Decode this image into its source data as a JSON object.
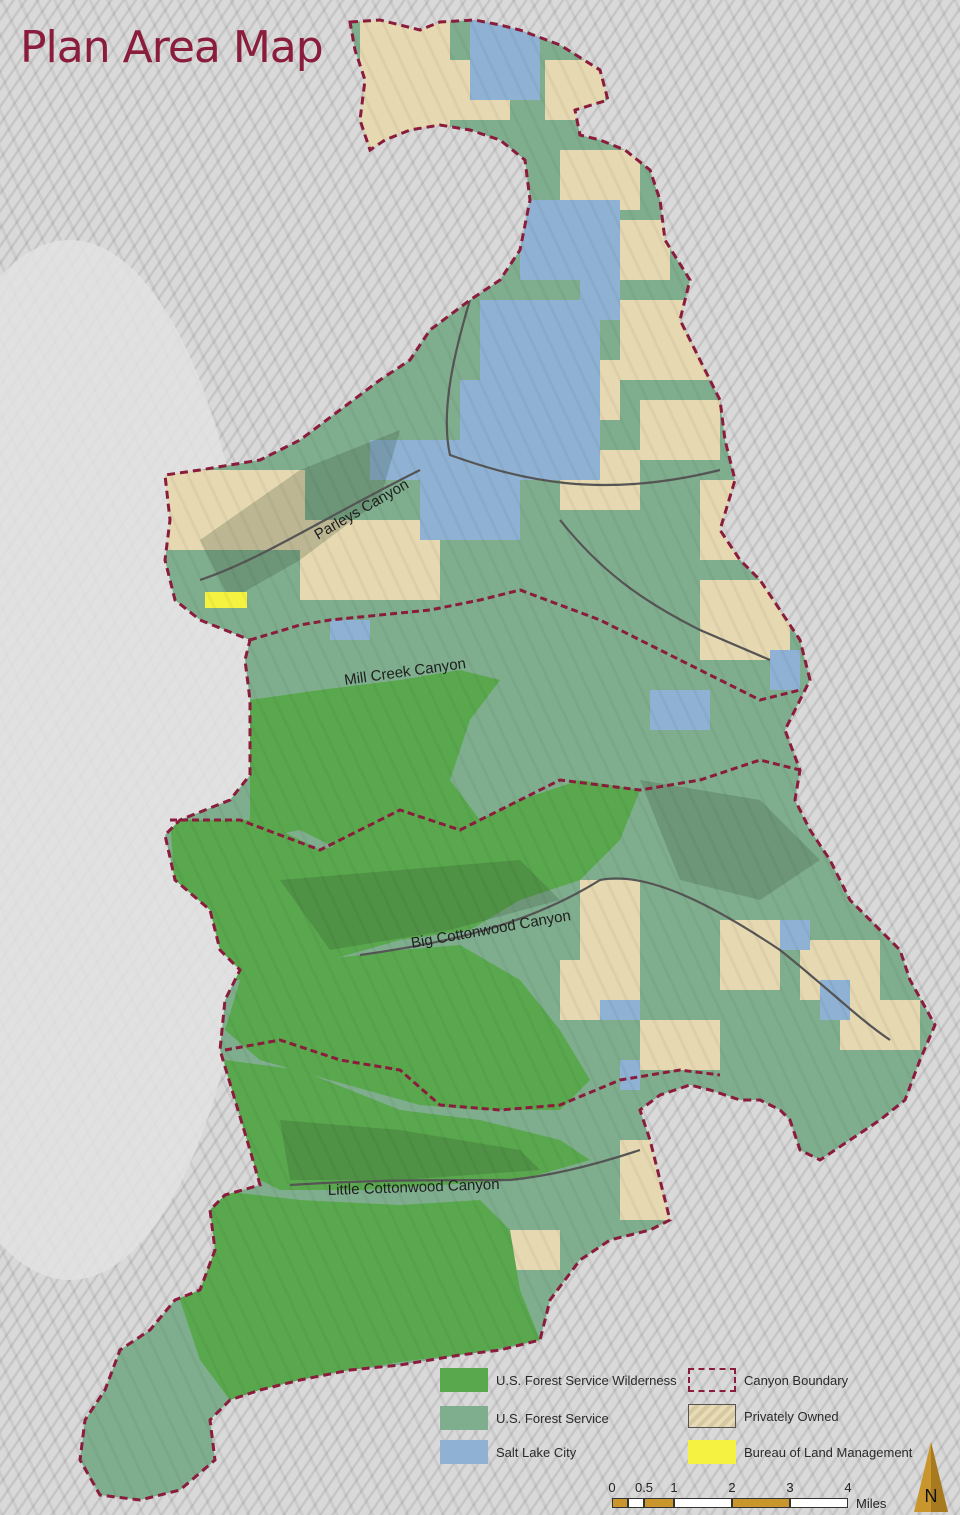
{
  "title": "Plan Area Map",
  "canyon_labels": [
    "Parleys Canyon",
    "Mill Creek Canyon",
    "Big Cottonwood Canyon",
    "Little Cottonwood Canyon"
  ],
  "legend": [
    {
      "label": "U.S. Forest Service Wilderness",
      "color": "#5aa84e"
    },
    {
      "label": "U.S. Forest Service",
      "color": "#7fae8e"
    },
    {
      "label": "Salt Lake City",
      "color": "#8fb2d4"
    },
    {
      "label": "Canyon Boundary",
      "color": "#8a1c3c",
      "style": "dashed-outline"
    },
    {
      "label": "Privately Owned",
      "color": "#e6d8b0",
      "style": "outline"
    },
    {
      "label": "Bureau of Land Management",
      "color": "#f5f242"
    }
  ],
  "scale": {
    "ticks": [
      "0",
      "0.5",
      "1",
      "2",
      "3",
      "4"
    ],
    "units": "Miles"
  },
  "north_label": "N",
  "colors": {
    "boundary": "#8a1c3c",
    "title": "#8a1c3c",
    "terrain": "#d8d8d8"
  }
}
